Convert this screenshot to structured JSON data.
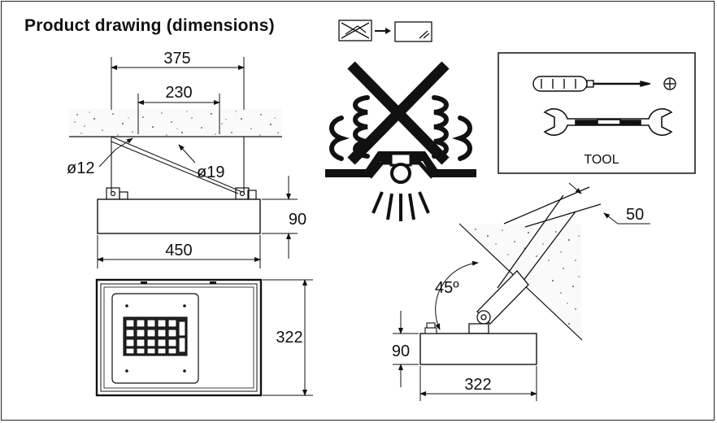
{
  "page": {
    "title": "Product drawing (dimensions)"
  },
  "front_view": {
    "mount_spacing_outer": "375",
    "mount_spacing_inner": "230",
    "cable_diameter_small": "ø12",
    "cable_diameter_large": "ø19",
    "housing_height": "90",
    "housing_width": "450"
  },
  "top_view": {
    "housing_depth": "322"
  },
  "side_view": {
    "tilt_angle": "45º",
    "bracket_width": "50",
    "housing_height": "90",
    "housing_depth": "322"
  },
  "tools": {
    "label": "TOOL"
  },
  "colors": {
    "line": "#111111",
    "concrete_dots": "#555555"
  }
}
